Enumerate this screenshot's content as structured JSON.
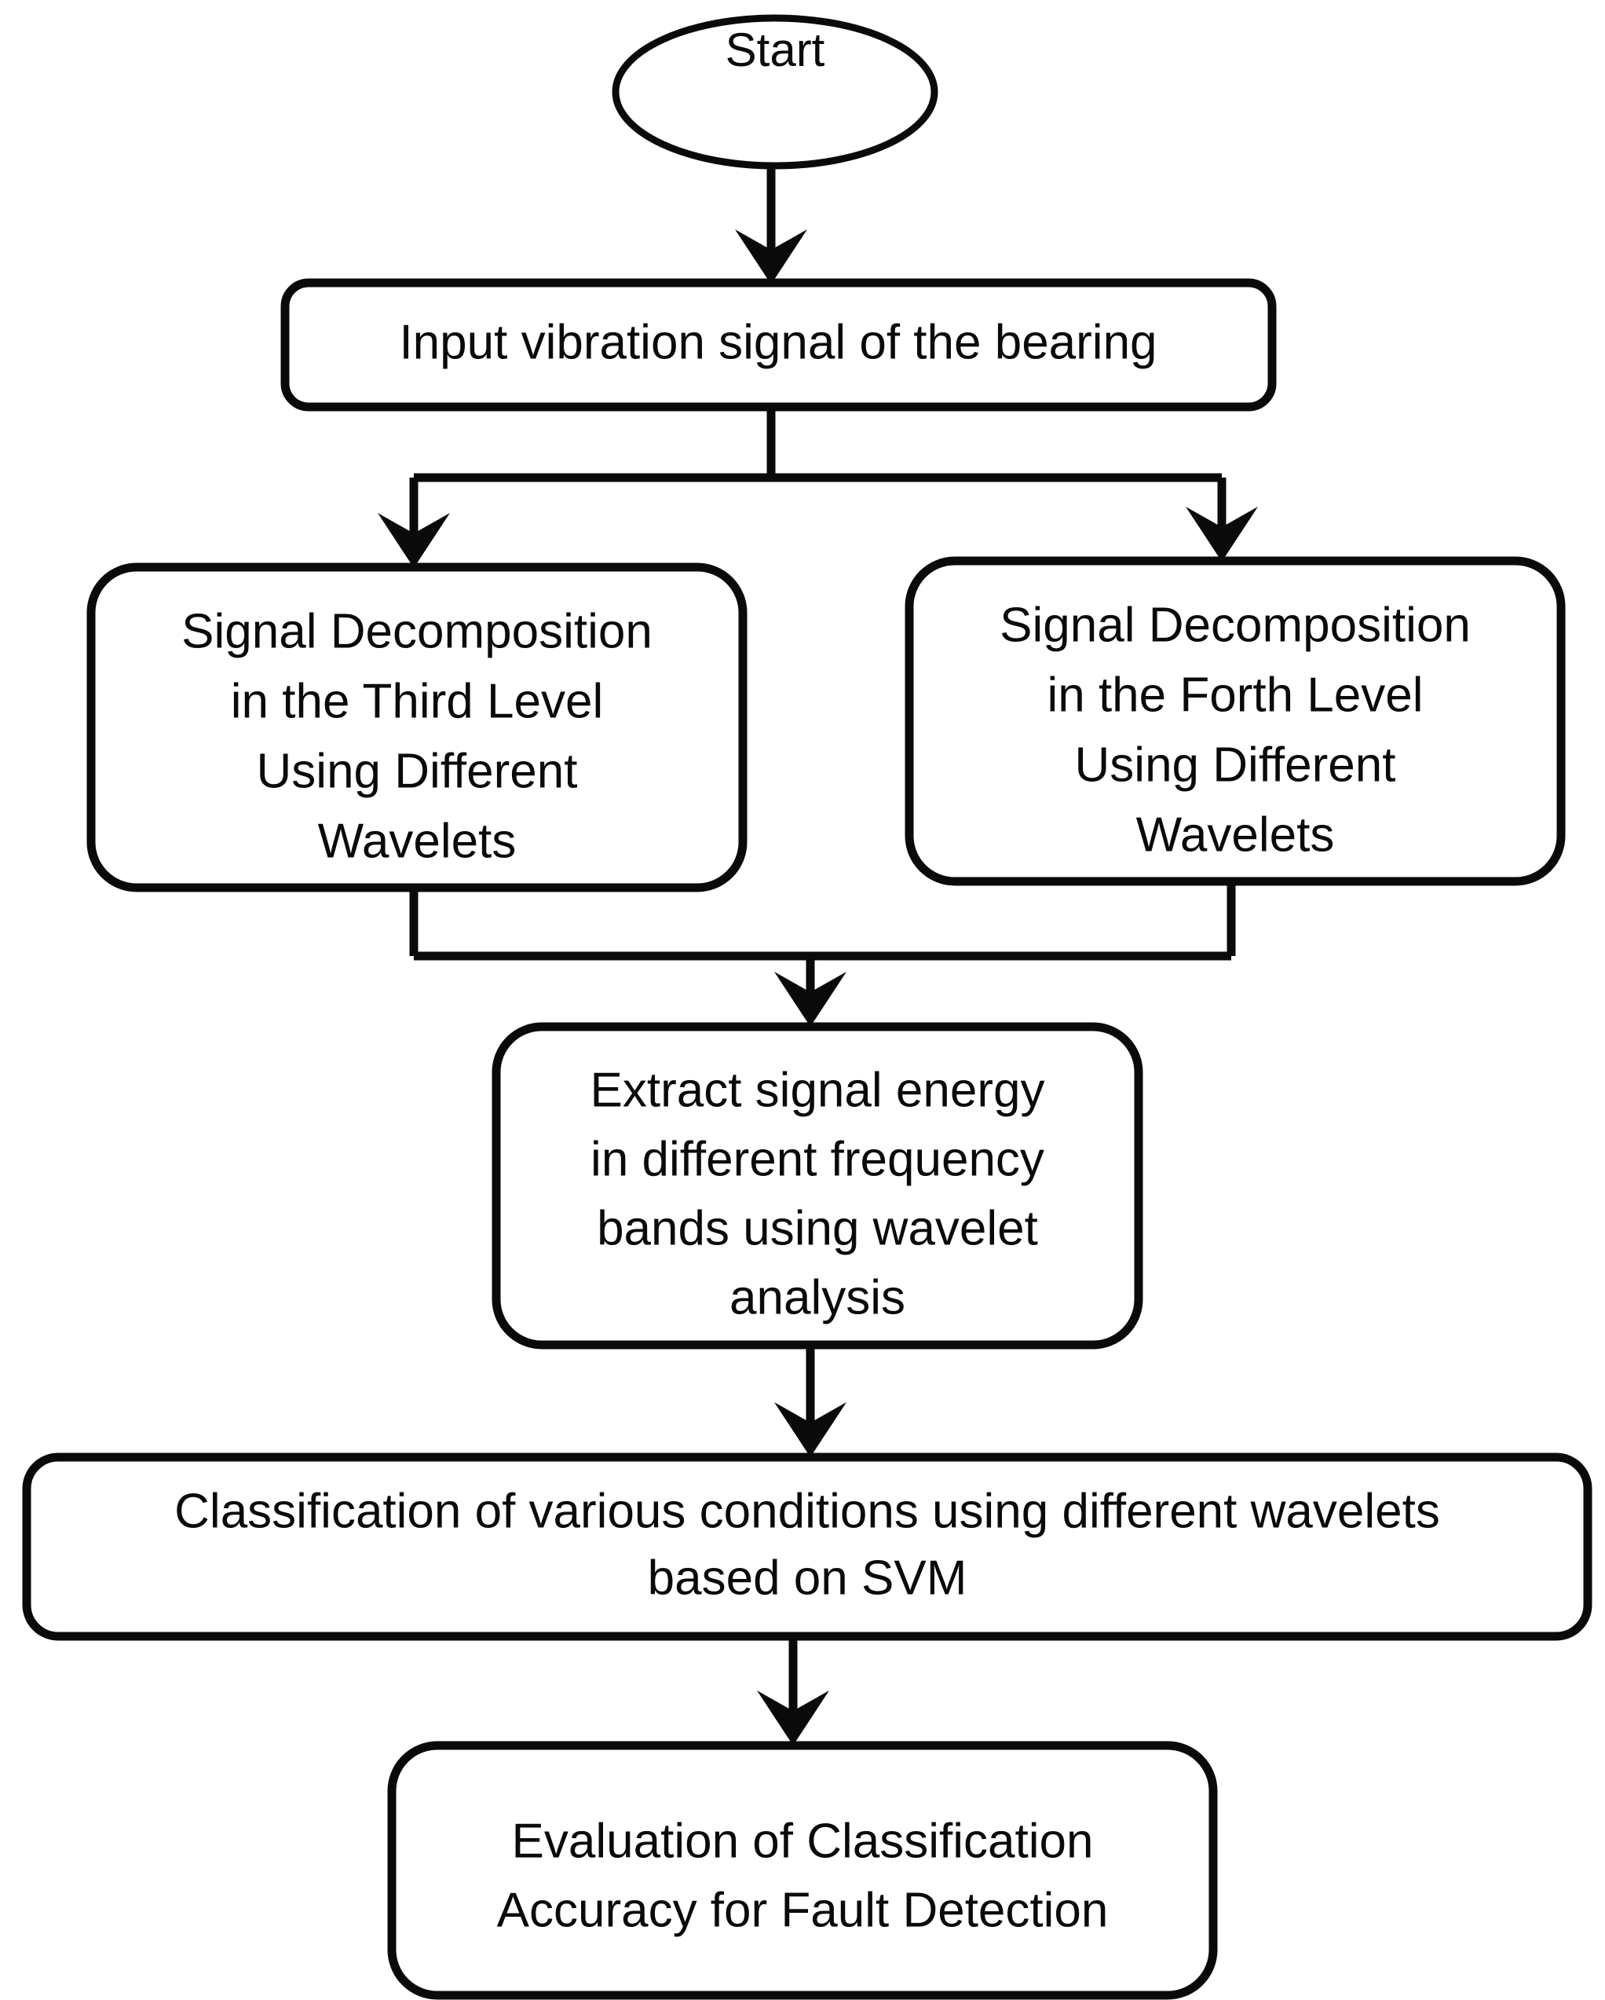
{
  "diagram": {
    "title": "Bearing fault detection wavelet-SVM flowchart",
    "background_color": "#ffffff",
    "stroke_color": "#0a0a0a",
    "orientation": "top-to-bottom",
    "nodes": [
      {
        "id": "start",
        "shape": "ellipse",
        "label": "Start"
      },
      {
        "id": "input-signal",
        "shape": "rounded-rect",
        "label": "Input vibration signal of the bearing",
        "lines": [
          "Input vibration signal of the bearing"
        ]
      },
      {
        "id": "decomp-third",
        "shape": "rounded-rect",
        "label": "Signal Decomposition in the Third Level Using Different Wavelets",
        "lines": [
          "Signal Decomposition",
          "in the Third Level",
          "Using Different",
          "Wavelets"
        ]
      },
      {
        "id": "decomp-forth",
        "shape": "rounded-rect",
        "label": "Signal Decomposition in the Forth Level Using Different Wavelets",
        "lines": [
          "Signal Decomposition",
          "in the Forth Level",
          "Using Different",
          "Wavelets"
        ]
      },
      {
        "id": "extract-energy",
        "shape": "rounded-rect",
        "label": "Extract signal energy in different frequency bands using wavelet analysis",
        "lines": [
          "Extract signal energy",
          "in different frequency",
          "bands using wavelet",
          "analysis"
        ]
      },
      {
        "id": "classification-svm",
        "shape": "rounded-rect",
        "label": "Classification of various conditions using different wavelets based on SVM",
        "lines": [
          "Classification of various conditions using different wavelets",
          "based on SVM"
        ]
      },
      {
        "id": "evaluation",
        "shape": "rounded-rect",
        "label": "Evaluation of Classification Accuracy for Fault Detection",
        "lines": [
          "Evaluation of Classification",
          "Accuracy for Fault Detection"
        ]
      }
    ],
    "edges": [
      {
        "from": "start",
        "to": "input-signal",
        "style": "straight-arrow"
      },
      {
        "from": "input-signal",
        "to": "decomp-third",
        "style": "split-arrow-left"
      },
      {
        "from": "input-signal",
        "to": "decomp-forth",
        "style": "split-arrow-right"
      },
      {
        "from": "decomp-third",
        "to": "extract-energy",
        "style": "merge-arrow"
      },
      {
        "from": "decomp-forth",
        "to": "extract-energy",
        "style": "merge-arrow"
      },
      {
        "from": "extract-energy",
        "to": "classification-svm",
        "style": "straight-arrow"
      },
      {
        "from": "classification-svm",
        "to": "evaluation",
        "style": "straight-arrow"
      }
    ]
  }
}
